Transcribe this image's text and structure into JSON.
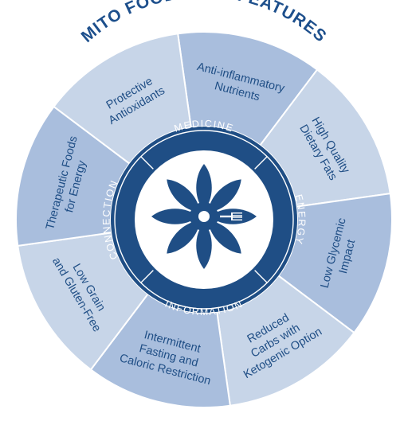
{
  "title": "MITO FOOD PLAN FEATURES",
  "colors": {
    "title": "#1d4f8c",
    "dark": "#1f4e85",
    "segment_light": "#c7d5e8",
    "segment_mid": "#a9bedd",
    "segment_text": "#1f4e85",
    "divider": "#ffffff",
    "ring_text": "#ffffff",
    "core_bg": "#ffffff"
  },
  "segments": [
    {
      "lines": [
        "Anti-inflammatory",
        "Nutrients"
      ]
    },
    {
      "lines": [
        "High Quality",
        "Dietary Fats"
      ]
    },
    {
      "lines": [
        "Low Glycemic",
        "Impact"
      ]
    },
    {
      "lines": [
        "Reduced",
        "Carbs with",
        "Ketogenic Option"
      ]
    },
    {
      "lines": [
        "Intermittent",
        "Fasting and",
        "Caloric Restriction"
      ]
    },
    {
      "lines": [
        "Low Grain",
        "and Gluten-Free"
      ]
    },
    {
      "lines": [
        "Therapeutic Foods",
        "for Energy"
      ]
    },
    {
      "lines": [
        "Protective",
        "Antioxidants"
      ]
    }
  ],
  "ring_labels": {
    "top": "MEDICINE",
    "right": "ENERGY",
    "bottom": "INFORMATION",
    "left": "CONNECTION"
  },
  "center_icon": "flower-with-fork-icon"
}
